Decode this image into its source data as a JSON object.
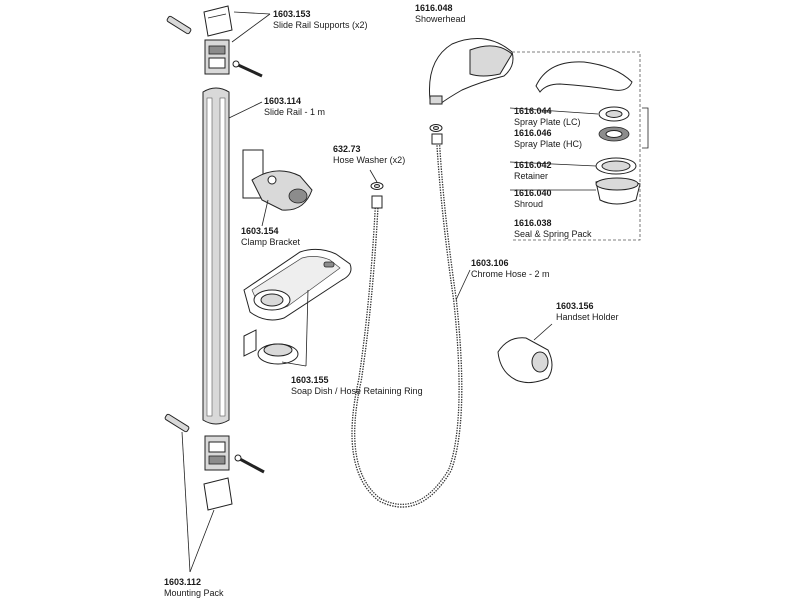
{
  "labels": {
    "slide_rail_supports": {
      "code": "1603.153",
      "name": "Slide Rail Supports (x2)"
    },
    "slide_rail": {
      "code": "1603.114",
      "name": "Slide Rail - 1 m"
    },
    "clamp_bracket": {
      "code": "1603.154",
      "name": "Clamp Bracket"
    },
    "soap_dish": {
      "code": "1603.155",
      "name": "Soap Dish / Hose Retaining Ring"
    },
    "mounting_pack": {
      "code": "1603.112",
      "name": "Mounting Pack"
    },
    "hose_washer": {
      "code": "632.73",
      "name": "Hose Washer (x2)"
    },
    "showerhead": {
      "code": "1616.048",
      "name": "Showerhead"
    },
    "chrome_hose": {
      "code": "1603.106",
      "name": "Chrome Hose - 2 m"
    },
    "handset_holder": {
      "code": "1603.156",
      "name": "Handset Holder"
    },
    "spray_plate_lc": {
      "code": "1616.044",
      "name": "Spray Plate (LC)"
    },
    "spray_plate_hc": {
      "code": "1616.046",
      "name": "Spray Plate (HC)"
    },
    "retainer": {
      "code": "1616.042",
      "name": "Retainer"
    },
    "shroud": {
      "code": "1616.040",
      "name": "Shroud"
    },
    "seal_spring_pack": {
      "code": "1616.038",
      "name": "Seal & Spring Pack"
    }
  }
}
